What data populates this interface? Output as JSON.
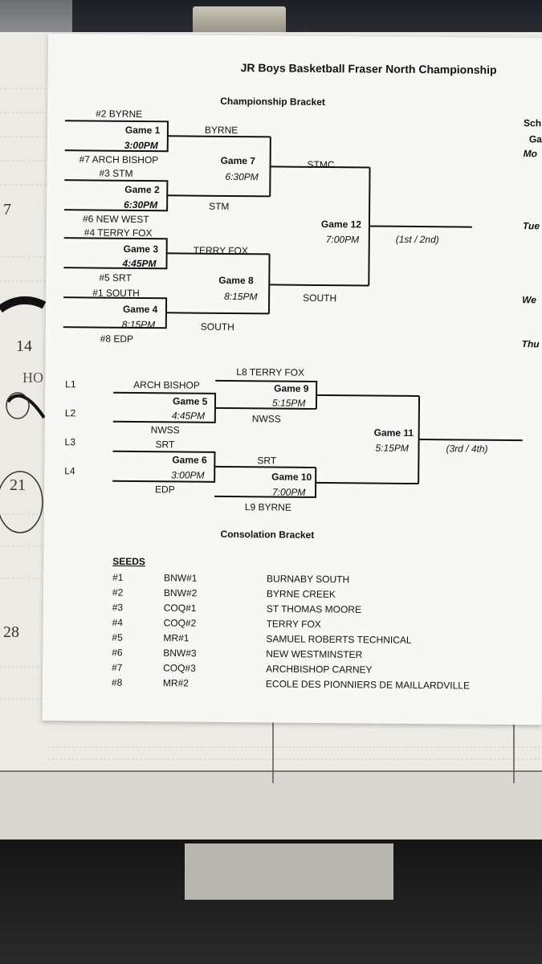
{
  "document": {
    "title": "JR  Boys Basketball Fraser North Championship",
    "championship_label": "Championship Bracket",
    "consolation_label": "Consolation Bracket",
    "schedule_fragments": [
      "Sch",
      "Ga",
      "Mo",
      "Tue",
      "We",
      "Thu"
    ]
  },
  "planner": {
    "day_numbers": [
      "7",
      "14",
      "21",
      "28"
    ],
    "handwriting": "HO"
  },
  "championship": {
    "g1": {
      "top": "#2 BYRNE",
      "bottom": "#7 ARCH BISHOP",
      "name": "Game 1",
      "time": "3:00PM",
      "winner": "BYRNE"
    },
    "g2": {
      "top": "#3 STM",
      "bottom": "#6 NEW WEST",
      "name": "Game 2",
      "time": "6:30PM",
      "winner": "STM"
    },
    "g3": {
      "top": "#4 TERRY FOX",
      "bottom": "#5 SRT",
      "name": "Game 3",
      "time": "4:45PM",
      "winner": "TERRY FOX"
    },
    "g4": {
      "top": "#1 SOUTH",
      "bottom": "#8 EDP",
      "name": "Game 4",
      "time": "8:15PM",
      "winner": "SOUTH"
    },
    "g7": {
      "name": "Game 7",
      "time": "6:30PM",
      "winner": "STMC"
    },
    "g8": {
      "name": "Game 8",
      "time": "8:15PM",
      "winner": "SOUTH"
    },
    "g12": {
      "name": "Game 12",
      "time": "7:00PM",
      "result": "(1st / 2nd)"
    }
  },
  "consolation": {
    "losers": [
      "L1",
      "L2",
      "L3",
      "L4"
    ],
    "g5": {
      "top": "ARCH BISHOP",
      "bottom": "NWSS",
      "name": "Game 5",
      "time": "4:45PM",
      "winner": "NWSS"
    },
    "g6": {
      "top": "SRT",
      "bottom": "EDP",
      "name": "Game 6",
      "time": "3:00PM",
      "winner": "SRT"
    },
    "g9": {
      "top": "L8 TERRY FOX",
      "name": "Game 9",
      "time": "5:15PM"
    },
    "g10": {
      "bottom": "L9 BYRNE",
      "name": "Game 10",
      "time": "7:00PM"
    },
    "g11": {
      "name": "Game 11",
      "time": "5:15PM",
      "result": "(3rd / 4th)"
    }
  },
  "seeds": {
    "header": "SEEDS",
    "rows": [
      {
        "seed": "#1",
        "code": "BNW#1",
        "school": "BURNABY SOUTH"
      },
      {
        "seed": "#2",
        "code": "BNW#2",
        "school": "BYRNE CREEK"
      },
      {
        "seed": "#3",
        "code": "COQ#1",
        "school": "ST THOMAS MOORE"
      },
      {
        "seed": "#4",
        "code": "COQ#2",
        "school": "TERRY FOX"
      },
      {
        "seed": "#5",
        "code": "MR#1",
        "school": "SAMUEL ROBERTS TECHNICAL"
      },
      {
        "seed": "#6",
        "code": "BNW#3",
        "school": "NEW WESTMINSTER"
      },
      {
        "seed": "#7",
        "code": "COQ#3",
        "school": "ARCHBISHOP CARNEY"
      },
      {
        "seed": "#8",
        "code": "MR#2",
        "school": "ECOLE DES PIONNIERS DE MAILLARDVILLE"
      }
    ]
  }
}
